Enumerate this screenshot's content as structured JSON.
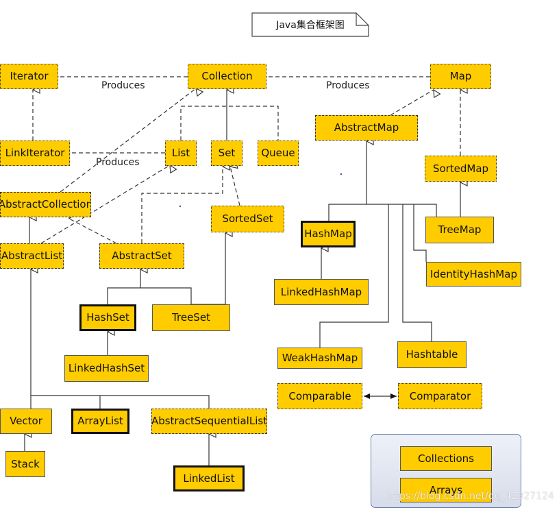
{
  "title": "Java集合框架图",
  "labels": {
    "produces_iterator": "Produces",
    "produces_map": "Produces",
    "produces_list": "Produces"
  },
  "nodes": {
    "iterator": "Iterator",
    "collection": "Collection",
    "map": "Map",
    "link_iterator": "LinkIterator",
    "list": "List",
    "set": "Set",
    "queue": "Queue",
    "abstract_map": "AbstractMap",
    "sorted_map": "SortedMap",
    "abstract_collection": "AbstractCollection",
    "sorted_set": "SortedSet",
    "hash_map": "HashMap",
    "tree_map": "TreeMap",
    "abstract_list": "AbstractList",
    "abstract_set": "AbstractSet",
    "identity_hash_map": "IdentityHashMap",
    "linked_hash_map": "LinkedHashMap",
    "hash_set": "HashSet",
    "tree_set": "TreeSet",
    "weak_hash_map": "WeakHashMap",
    "hashtable": "Hashtable",
    "linked_hash_set": "LinkedHashSet",
    "comparable": "Comparable",
    "comparator": "Comparator",
    "vector": "Vector",
    "array_list": "ArrayList",
    "abstract_sequential_list": "AbstractSequentialList",
    "collections": "Collections",
    "stack": "Stack",
    "linked_list": "LinkedList",
    "arrays": "Arrays"
  },
  "watermark": "https://blog.csdn.net/qq_42927124",
  "colors": {
    "node_fill": "#ffcc00",
    "line": "#333333",
    "panel_border": "#6b7fb0"
  }
}
